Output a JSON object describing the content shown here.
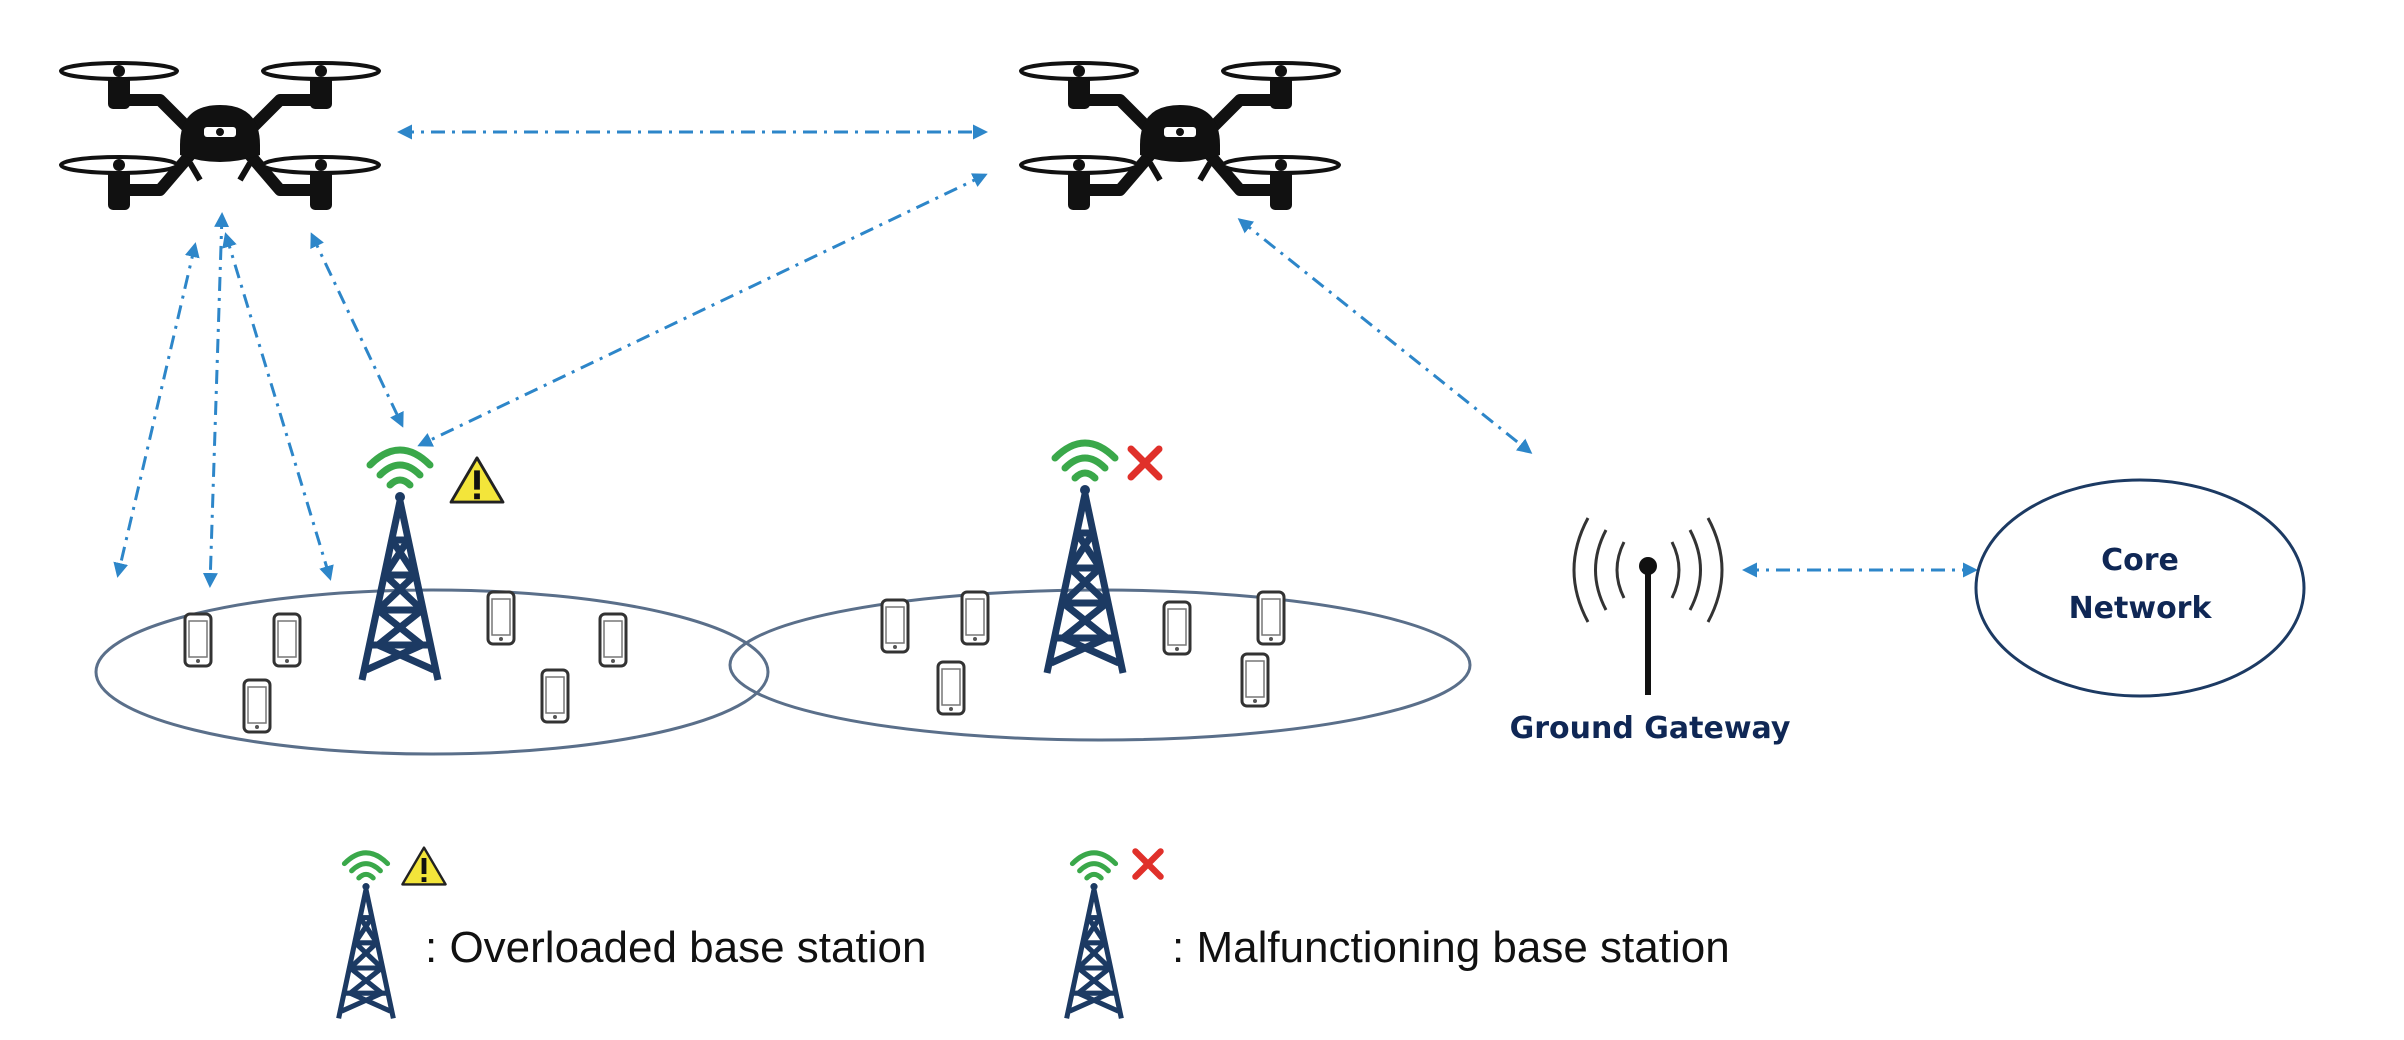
{
  "nodes": {
    "ground_gateway_label": "Ground Gateway",
    "core_network_label_line1": "Core",
    "core_network_label_line2": "Network"
  },
  "legend": {
    "overloaded_label": ": Overloaded base station",
    "malfunctioning_label": ": Malfunctioning base station"
  },
  "colors": {
    "link": "#2d86c9",
    "tower": "#1c3a63",
    "wifi": "#3aa84a",
    "warning_fill": "#f3e53a",
    "error": "#e0302a",
    "label": "#0f2755"
  },
  "icons": [
    "drone-icon",
    "tower-icon",
    "wifi-signal-icon",
    "warning-icon",
    "error-x-icon",
    "smartphone-icon",
    "antenna-icon"
  ]
}
